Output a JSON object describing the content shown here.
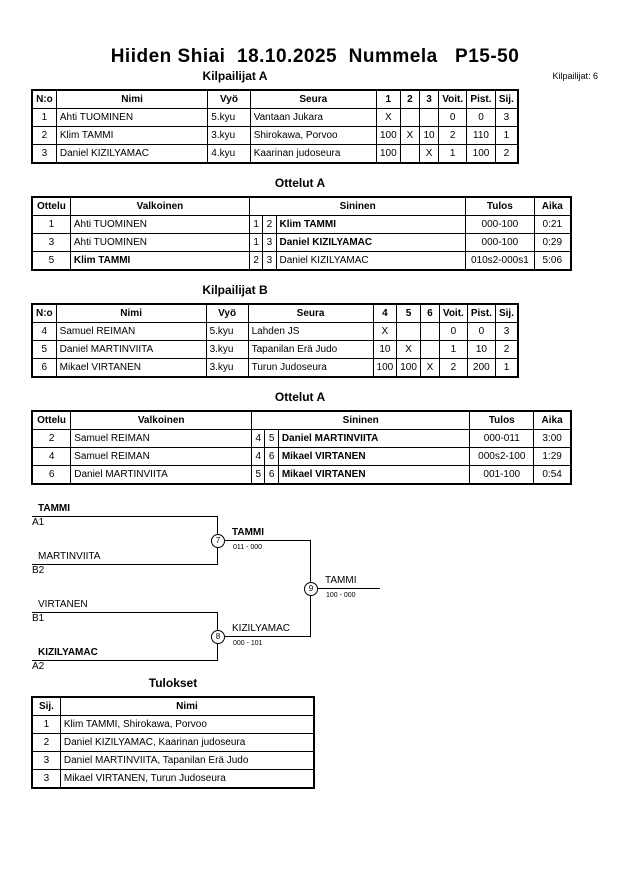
{
  "header": {
    "title": "Hiiden Shiai  18.10.2025  Nummela   P15-50",
    "competitors_count": "Kilpailijat: 6"
  },
  "pool_a": {
    "title": "Kilpailijat A",
    "headers": [
      "N:o",
      "Nimi",
      "Vyö",
      "Seura",
      "1",
      "2",
      "3",
      "Voit.",
      "Pist.",
      "Sij."
    ],
    "rows": [
      {
        "no": "1",
        "name": "Ahti TUOMINEN",
        "belt": "5.kyu",
        "club": "Vantaan Jukara",
        "r1": "X",
        "r2": "",
        "r3": "",
        "wins": "0",
        "points": "0",
        "place": "3"
      },
      {
        "no": "2",
        "name": "Klim TAMMI",
        "belt": "3.kyu",
        "club": "Shirokawa, Porvoo",
        "r1": "100",
        "r2": "X",
        "r3": "10",
        "wins": "2",
        "points": "110",
        "place": "1"
      },
      {
        "no": "3",
        "name": "Daniel KIZILYAMAC",
        "belt": "4.kyu",
        "club": "Kaarinan judoseura",
        "r1": "100",
        "r2": "",
        "r3": "X",
        "wins": "1",
        "points": "100",
        "place": "2"
      }
    ]
  },
  "matches_a": {
    "title": "Ottelut A",
    "headers": [
      "Ottelu",
      "Valkoinen",
      "Sininen",
      "Tulos",
      "Aika"
    ],
    "rows": [
      {
        "no": "1",
        "white": "Ahti TUOMINEN",
        "wn": "1",
        "bn": "2",
        "blue": "Klim TAMMI",
        "result": "000-100",
        "time": "0:21",
        "winner": "blue"
      },
      {
        "no": "3",
        "white": "Ahti TUOMINEN",
        "wn": "1",
        "bn": "3",
        "blue": "Daniel KIZILYAMAC",
        "result": "000-100",
        "time": "0:29",
        "winner": "blue"
      },
      {
        "no": "5",
        "white": "Klim TAMMI",
        "wn": "2",
        "bn": "3",
        "blue": "Daniel KIZILYAMAC",
        "result": "010s2-000s1",
        "time": "5:06",
        "winner": "white"
      }
    ]
  },
  "pool_b": {
    "title": "Kilpailijat B",
    "headers": [
      "N:o",
      "Nimi",
      "Vyö",
      "Seura",
      "4",
      "5",
      "6",
      "Voit.",
      "Pist.",
      "Sij."
    ],
    "rows": [
      {
        "no": "4",
        "name": "Samuel REIMAN",
        "belt": "5.kyu",
        "club": "Lahden JS",
        "r1": "X",
        "r2": "",
        "r3": "",
        "wins": "0",
        "points": "0",
        "place": "3"
      },
      {
        "no": "5",
        "name": "Daniel MARTINVIITA",
        "belt": "3.kyu",
        "club": "Tapanilan Erä Judo",
        "r1": "10",
        "r2": "X",
        "r3": "",
        "wins": "1",
        "points": "10",
        "place": "2"
      },
      {
        "no": "6",
        "name": "Mikael VIRTANEN",
        "belt": "3.kyu",
        "club": "Turun Judoseura",
        "r1": "100",
        "r2": "100",
        "r3": "X",
        "wins": "2",
        "points": "200",
        "place": "1"
      }
    ]
  },
  "matches_b": {
    "title": "Ottelut A",
    "headers": [
      "Ottelu",
      "Valkoinen",
      "Sininen",
      "Tulos",
      "Aika"
    ],
    "rows": [
      {
        "no": "2",
        "white": "Samuel REIMAN",
        "wn": "4",
        "bn": "5",
        "blue": "Daniel MARTINVIITA",
        "result": "000-011",
        "time": "3:00",
        "winner": "blue"
      },
      {
        "no": "4",
        "white": "Samuel REIMAN",
        "wn": "4",
        "bn": "6",
        "blue": "Mikael VIRTANEN",
        "result": "000s2-100",
        "time": "1:29",
        "winner": "blue"
      },
      {
        "no": "6",
        "white": "Daniel MARTINVIITA",
        "wn": "5",
        "bn": "6",
        "blue": "Mikael VIRTANEN",
        "result": "001-100",
        "time": "0:54",
        "winner": "blue"
      }
    ]
  },
  "bracket": {
    "m7_top": {
      "name": "TAMMI",
      "code": "A1"
    },
    "m7_bottom": {
      "name": "MARTINVIITA",
      "code": "B2"
    },
    "m8_top": {
      "name": "VIRTANEN",
      "code": "B1"
    },
    "m8_bottom": {
      "name": "KIZILYAMAC",
      "code": "A2"
    },
    "m7": {
      "number": "7",
      "winner": "TAMMI",
      "score": "011 - 000"
    },
    "m8": {
      "number": "8",
      "winner": "KIZILYAMAC",
      "score": "000 - 101"
    },
    "m9": {
      "number": "9",
      "winner": "TAMMI",
      "score": "100 - 000"
    }
  },
  "results": {
    "title": "Tulokset",
    "headers": [
      "Sij.",
      "Nimi"
    ],
    "rows": [
      {
        "place": "1",
        "name": "Klim TAMMI, Shirokawa, Porvoo"
      },
      {
        "place": "2",
        "name": "Daniel KIZILYAMAC, Kaarinan judoseura"
      },
      {
        "place": "3",
        "name": "Daniel MARTINVIITA, Tapanilan Erä Judo"
      },
      {
        "place": "3",
        "name": "Mikael VIRTANEN, Turun Judoseura"
      }
    ]
  }
}
